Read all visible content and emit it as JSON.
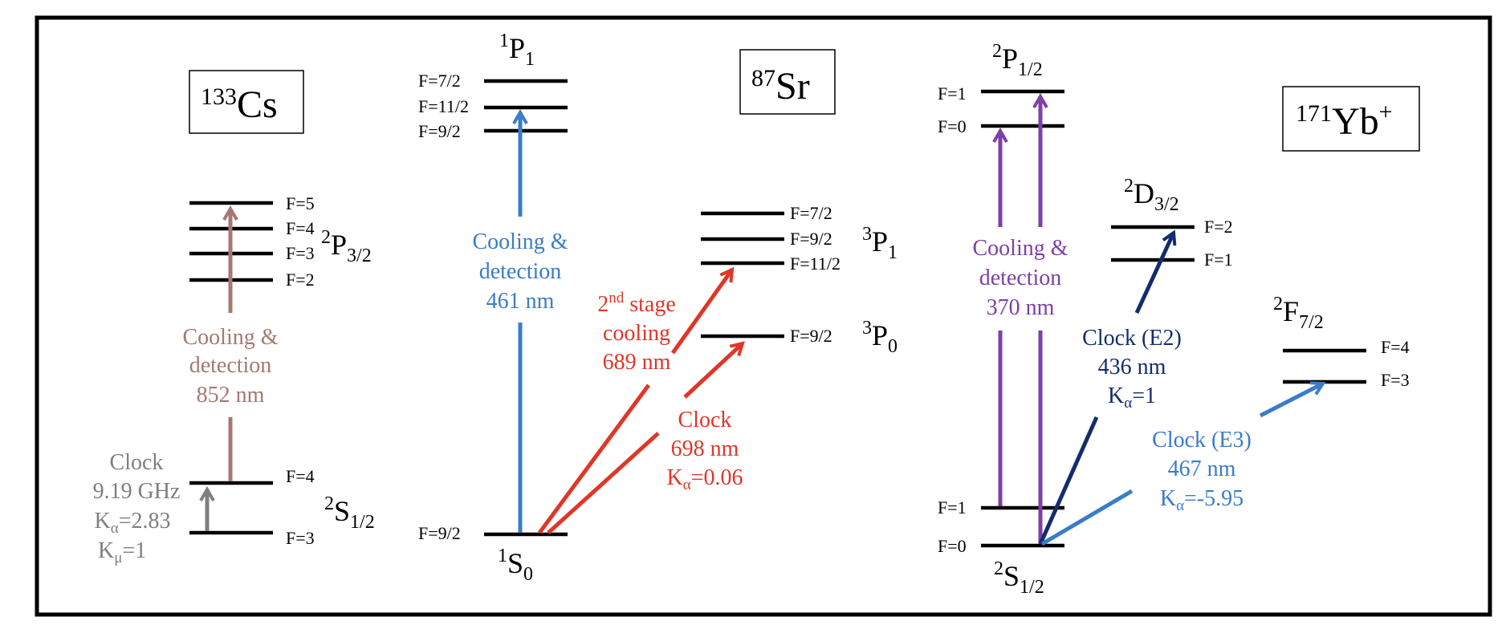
{
  "atoms": {
    "cs": "133Cs",
    "cs_mass": "133",
    "cs_elem": "Cs",
    "sr_mass": "87",
    "sr_elem": "Sr",
    "yb_mass": "171",
    "yb_elem": "Yb",
    "yb_charge": "+"
  },
  "cs": {
    "p32": {
      "sup": "2",
      "L": "P",
      "sub": "3/2"
    },
    "s12": {
      "sup": "2",
      "L": "S",
      "sub": "1/2"
    },
    "p_levels": [
      "F=5",
      "F=4",
      "F=3",
      "F=2"
    ],
    "s_levels": [
      "F=4",
      "F=3"
    ],
    "cooling": [
      "Cooling &",
      "detection",
      "852 nm"
    ],
    "clock_l1": "Clock",
    "clock_l2": "9.19 GHz",
    "clock_k": "K",
    "clock_ka_sub": "α",
    "clock_ka_val": "=2.83",
    "clock_km_sub": "μ",
    "clock_km_val": "=1"
  },
  "sr": {
    "p1": {
      "sup": "1",
      "L": "P",
      "sub": "1"
    },
    "s0": {
      "sup": "1",
      "L": "S",
      "sub": "0"
    },
    "tp1": {
      "sup": "3",
      "L": "P",
      "sub": "1"
    },
    "tp0": {
      "sup": "3",
      "L": "P",
      "sub": "0"
    },
    "p1_levels": [
      "F=7/2",
      "F=11/2",
      "F=9/2"
    ],
    "tp1_levels": [
      "F=7/2",
      "F=9/2",
      "F=11/2"
    ],
    "tp0_levels": [
      "F=9/2"
    ],
    "s0_levels": [
      "F=9/2"
    ],
    "cooling": [
      "Cooling &",
      "detection",
      "461 nm"
    ],
    "second_num": "2",
    "second_sup": "nd",
    "second_rest": " stage",
    "second_l2": "cooling",
    "second_l3": "689 nm",
    "clock_l1": "Clock",
    "clock_l2": "698 nm",
    "clock_k": "K",
    "clock_ka_sub": "α",
    "clock_ka_val": "=0.06"
  },
  "yb": {
    "p12": {
      "sup": "2",
      "L": "P",
      "sub": "1/2"
    },
    "d32": {
      "sup": "2",
      "L": "D",
      "sub": "3/2"
    },
    "f72": {
      "sup": "2",
      "L": "F",
      "sub": "7/2"
    },
    "s12": {
      "sup": "2",
      "L": "S",
      "sub": "1/2"
    },
    "p12_levels": [
      "F=1",
      "F=0"
    ],
    "d32_levels": [
      "F=2",
      "F=1"
    ],
    "f72_levels": [
      "F=4",
      "F=3"
    ],
    "s12_levels": [
      "F=1",
      "F=0"
    ],
    "cooling": [
      "Cooling &",
      "detection",
      "370 nm"
    ],
    "e2_l1": "Clock (E2)",
    "e2_l2": "436 nm",
    "e2_k": "K",
    "e2_ka_sub": "α",
    "e2_ka_val": "=1",
    "e3_l1": "Clock (E3)",
    "e3_l2": "467 nm",
    "e3_k": "K",
    "e3_ka_sub": "α",
    "e3_ka_val": "=-5.95"
  },
  "colors": {
    "cs_cooling": "#a57873",
    "cs_clock": "#7f7f7f",
    "sr_cooling": "#3a7cc8",
    "sr_red": "#e03628",
    "yb_purple": "#7e3fa6",
    "yb_navy": "#132d6c",
    "yb_blue": "#3a7cc8"
  }
}
